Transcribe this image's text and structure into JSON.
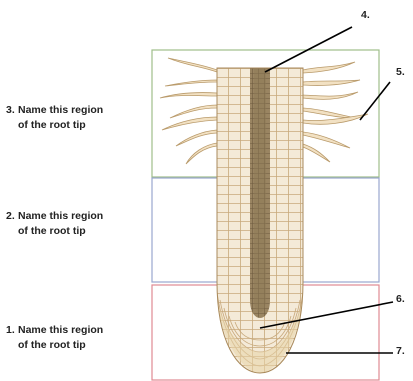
{
  "regions": [
    {
      "number": "3.",
      "line1": "Name this region",
      "line2": "of the root tip",
      "color": "#9fbe8a"
    },
    {
      "number": "2.",
      "line1": "Name this region",
      "line2": "of the root tip",
      "color": "#9aa6cf"
    },
    {
      "number": "1.",
      "line1": "Name this region",
      "line2": "of the root tip",
      "color": "#e08a92"
    }
  ],
  "callouts": [
    "4.",
    "5.",
    "6.",
    "7."
  ],
  "colors": {
    "cell_fill": "#f4ead8",
    "cell_line": "#c8a97c",
    "vascular": "#8f7a57",
    "root_hair": "#f2e1c3",
    "root_cap": "#e8d3a8",
    "pointer": "#000000"
  }
}
